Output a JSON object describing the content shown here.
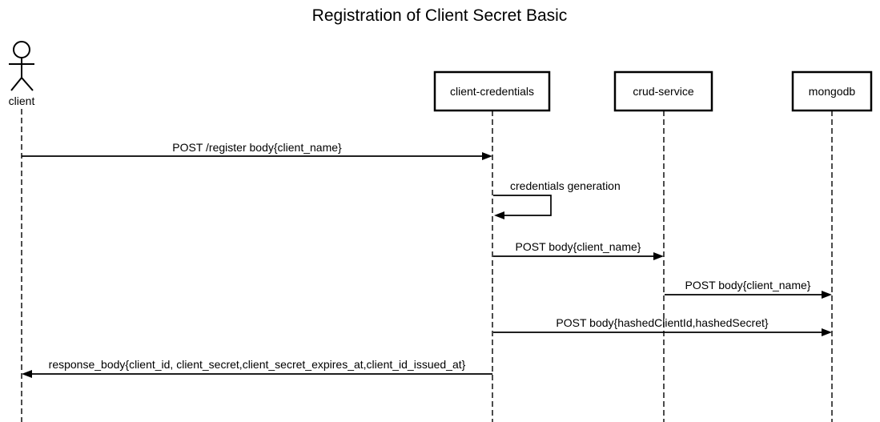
{
  "diagram": {
    "title": "Registration of Client Secret Basic",
    "kind": "sequence-diagram",
    "colors": {
      "background": "#ffffff",
      "line": "#000000",
      "text": "#000000",
      "participant_fill": "#ffffff",
      "participant_border": "#000000"
    },
    "actors": [
      {
        "id": "client",
        "label": "client",
        "type": "actor"
      },
      {
        "id": "client-credentials",
        "label": "client-credentials",
        "type": "participant"
      },
      {
        "id": "crud-service",
        "label": "crud-service",
        "type": "participant"
      },
      {
        "id": "mongodb",
        "label": "mongodb",
        "type": "participant"
      }
    ],
    "messages": [
      {
        "from": "client",
        "to": "client-credentials",
        "label": "POST /register body{client_name}",
        "style": "solid-arrow"
      },
      {
        "from": "client-credentials",
        "to": "client-credentials",
        "label": "credentials generation",
        "style": "self-loop"
      },
      {
        "from": "client-credentials",
        "to": "crud-service",
        "label": "POST body{client_name}",
        "style": "solid-arrow"
      },
      {
        "from": "crud-service",
        "to": "mongodb",
        "label": "POST body{client_name}",
        "style": "solid-arrow"
      },
      {
        "from": "client-credentials",
        "to": "mongodb",
        "label": "POST body{hashedClientId,hashedSecret}",
        "style": "solid-arrow"
      },
      {
        "from": "client-credentials",
        "to": "client",
        "label": "response_body{client_id, client_secret,client_secret_expires_at,client_id_issued_at}",
        "style": "solid-arrow"
      }
    ]
  }
}
